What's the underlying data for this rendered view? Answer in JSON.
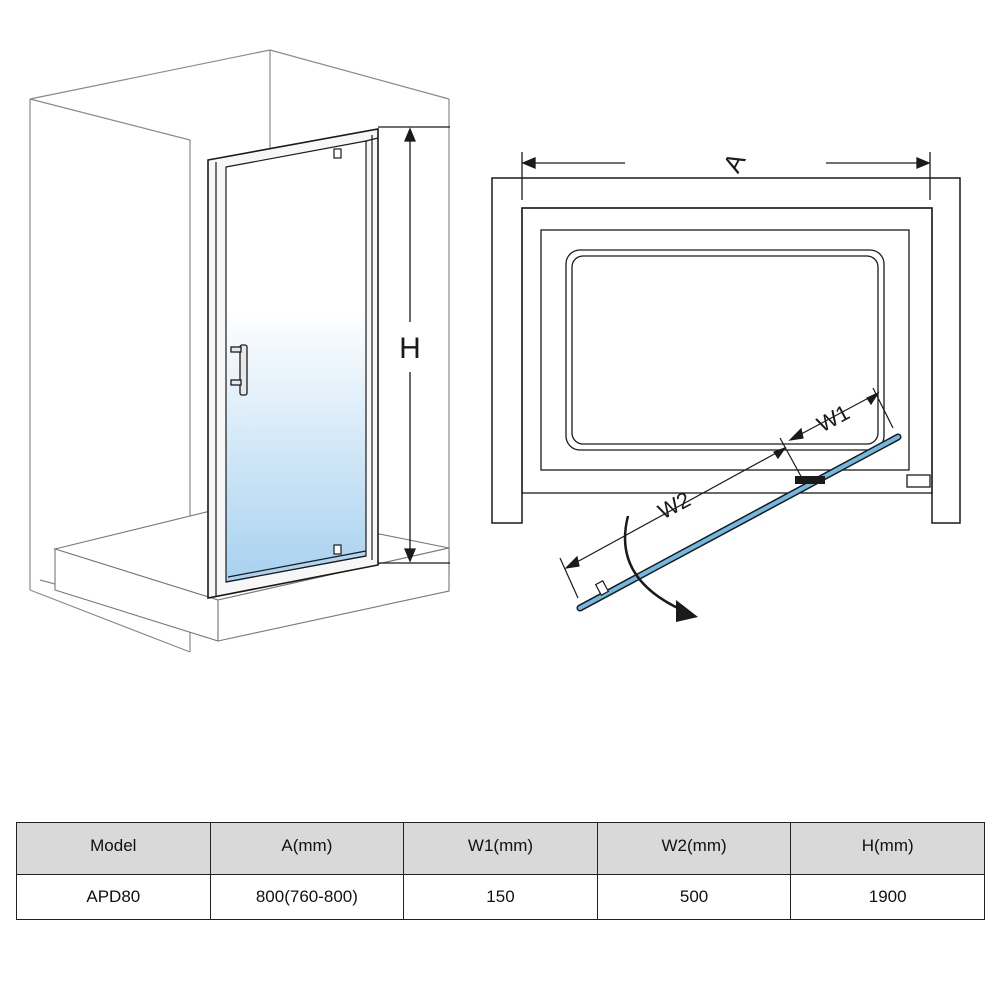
{
  "labels": {
    "h": "H",
    "a": "A",
    "w1": "W1",
    "w2": "W2"
  },
  "colors": {
    "glass_light": "#ffffff",
    "glass_dark": "#a7d1f0",
    "door_glass_plan": "#6fb9e2",
    "line": "#1a1a1a",
    "light_line": "#999999"
  },
  "table": {
    "headers": [
      "Model",
      "A(mm)",
      "W1(mm)",
      "W2(mm)",
      "H(mm)"
    ],
    "rows": [
      [
        "APD80",
        "800(760-800)",
        "150",
        "500",
        "1900"
      ]
    ]
  }
}
